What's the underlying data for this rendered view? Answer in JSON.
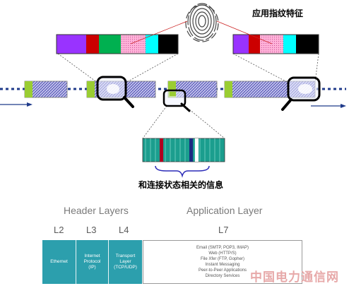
{
  "labels": {
    "fingerprint_label": "应用指纹特征",
    "session_label": "和连接状态相关的信息"
  },
  "table": {
    "header_left": "Header Layers",
    "header_right": "Application Layer",
    "layers": [
      "L2",
      "L3",
      "L4",
      "L7"
    ],
    "cells": [
      {
        "lines": [
          "Ethernet"
        ]
      },
      {
        "lines": [
          "Internet",
          "Protocol",
          "(IP)"
        ]
      },
      {
        "lines": [
          "Transport",
          "Layer",
          "(TCP/UDP)"
        ]
      },
      {
        "lines": [
          "Email (SMTP, POP3, IMAP)",
          "Web (HTTP/S)",
          "File Xfer (FTP, Gopher)",
          "Instant Messaging",
          "Peer-to-Peer Applications",
          "Directory Services"
        ]
      }
    ]
  },
  "watermark": "中国电力通信网",
  "colors": {
    "packet_fill": "#b8b8e4",
    "packet_header": "#9acd32",
    "teal": "#2c9fad",
    "flow_arrow": "#1f3a8a",
    "purple": "#9933ff",
    "red": "#cc0000",
    "green": "#00b050",
    "pink": "#ff99cc",
    "cyan": "#00ffff",
    "black": "#000000"
  }
}
